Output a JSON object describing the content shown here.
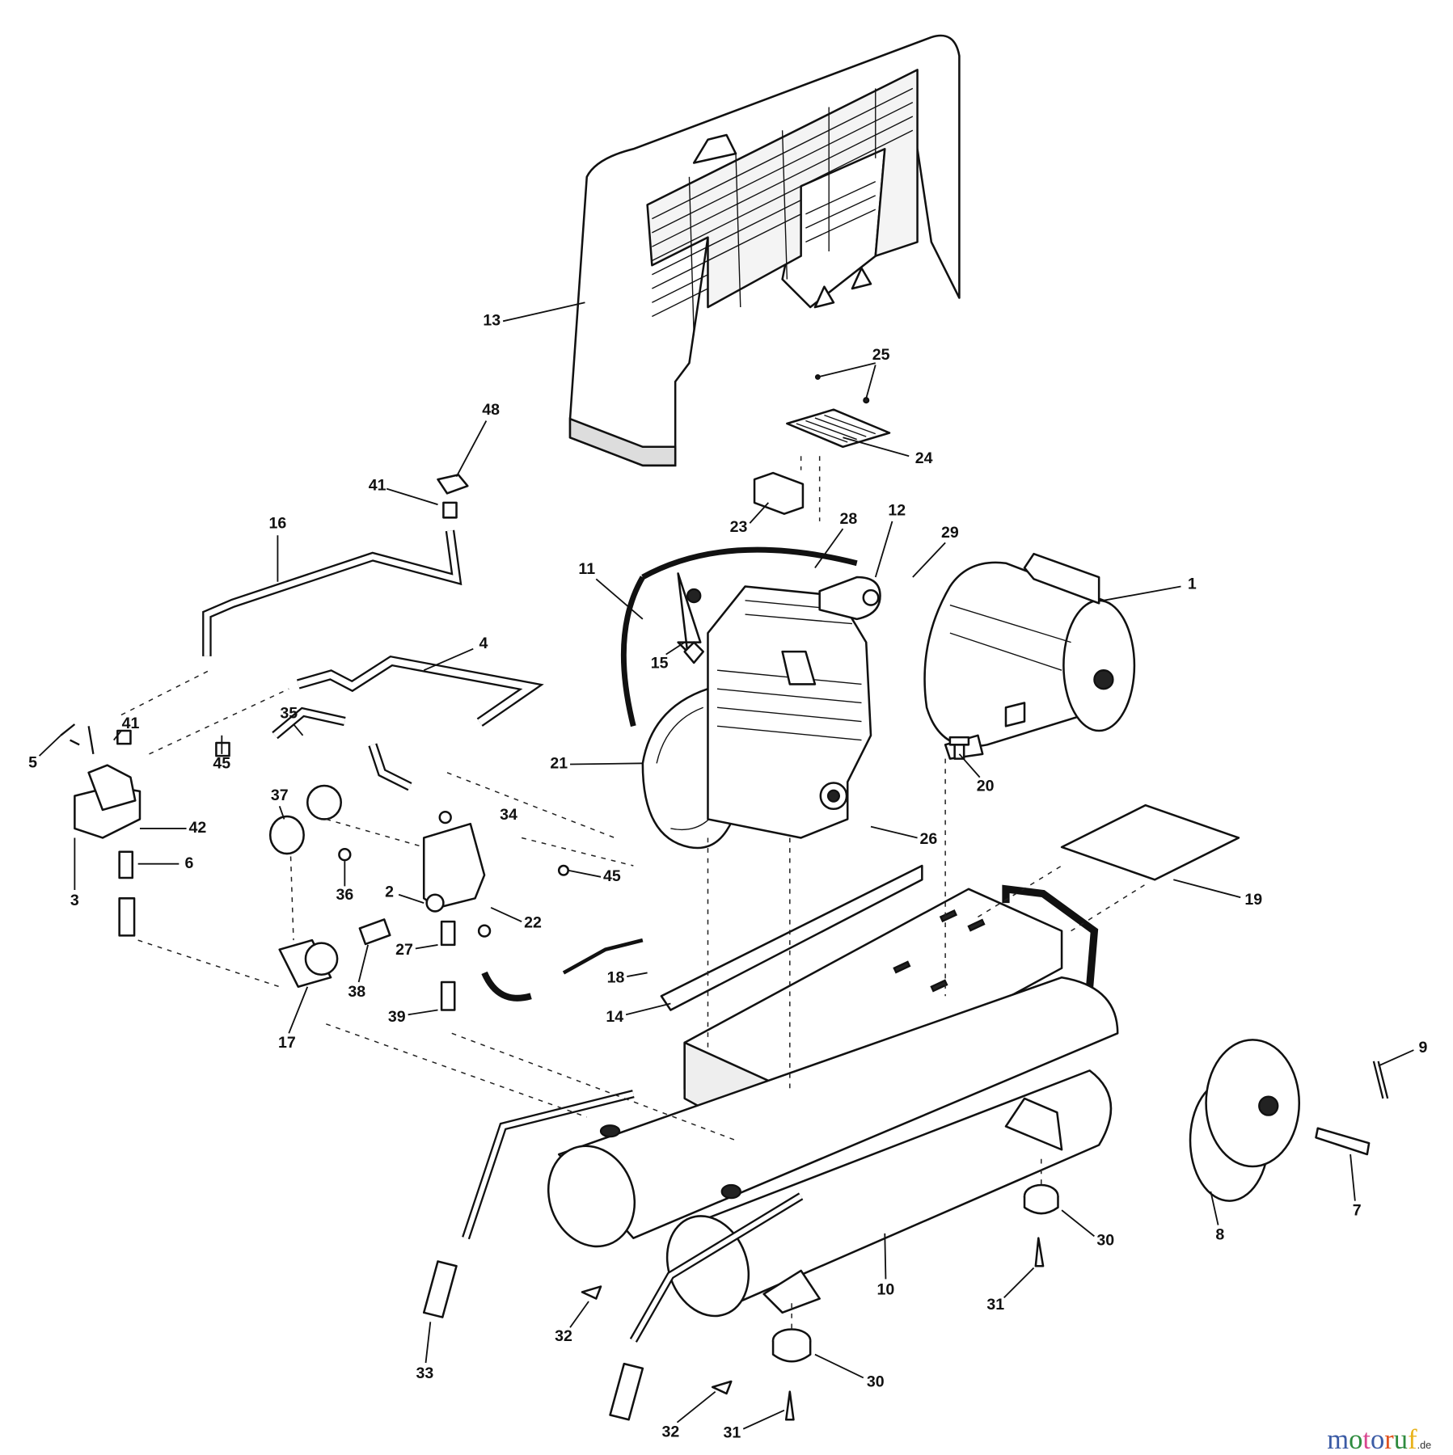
{
  "title": "Air compressor exploded parts diagram",
  "callouts": [
    "13",
    "25",
    "24",
    "48",
    "41",
    "16",
    "23",
    "28",
    "12",
    "29",
    "11",
    "1",
    "15",
    "4",
    "35",
    "41",
    "45",
    "5",
    "21",
    "20",
    "37",
    "34",
    "42",
    "26",
    "45",
    "6",
    "36",
    "3",
    "2",
    "22",
    "19",
    "27",
    "18",
    "38",
    "14",
    "39",
    "17",
    "9",
    "7",
    "8",
    "30",
    "10",
    "31",
    "32",
    "33",
    "30",
    "32",
    "31"
  ],
  "watermark": {
    "letters": [
      "m",
      "o",
      "t",
      "o",
      "r",
      "u",
      "f"
    ],
    "suffix": ".de",
    "colors": [
      "#3b5ba5",
      "#2e8b3e",
      "#d9468f",
      "#3b5ba5",
      "#e0531f",
      "#2e8b3e",
      "#e8b21a"
    ]
  }
}
